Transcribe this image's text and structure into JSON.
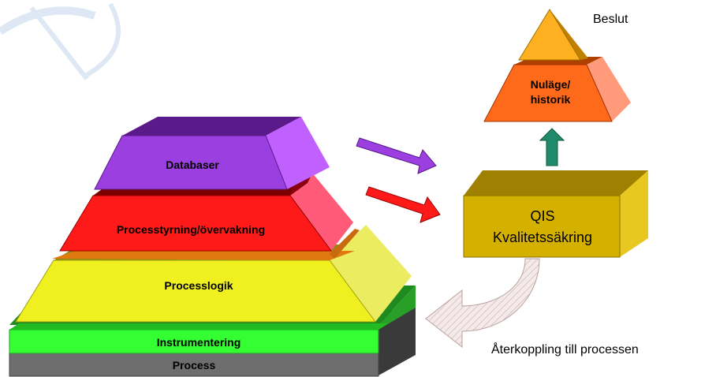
{
  "pyramid": {
    "databaser": "Databaser",
    "processtyrning": "Processtyrning/övervakning",
    "processlogik": "Processlogik",
    "instrumentering": "Instrumentering",
    "process": "Process"
  },
  "qis": {
    "line1": "QIS",
    "line2": "Kvalitetssäkring"
  },
  "top_pyramid": {
    "nulage_line1": "Nuläge/",
    "nulage_line2": "historik",
    "beslut": "Beslut"
  },
  "feedback": {
    "label": "Återkoppling till processen"
  },
  "colors": {
    "databaser": "#9b3fe0",
    "processtyrning": "#ff1a1a",
    "processlogik": "#f0f020",
    "instrumentering": "#33ff33",
    "process": "#6e6e6e",
    "qis": "#d4b000",
    "nulage": "#ff6a1a",
    "beslut": "#ffb020"
  }
}
